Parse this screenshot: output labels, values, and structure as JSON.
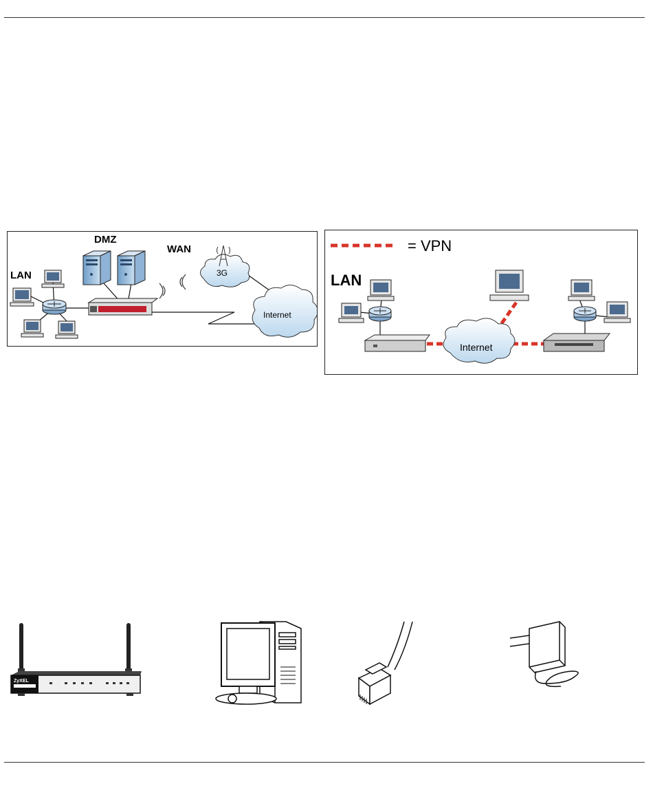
{
  "diagram1": {
    "dmz_label": "DMZ",
    "wan_label": "WAN",
    "lan_label": "LAN",
    "cellular_label": "3G",
    "internet_label": "Internet"
  },
  "diagram2": {
    "legend_label": "= VPN",
    "lan_label": "LAN",
    "internet_label": "Internet",
    "vpn_color": "#d8342a"
  },
  "products": [
    {
      "name": "router-with-antennas",
      "brand": "ZyXEL"
    },
    {
      "name": "computer"
    },
    {
      "name": "ethernet-cable"
    },
    {
      "name": "power-adapter"
    }
  ]
}
